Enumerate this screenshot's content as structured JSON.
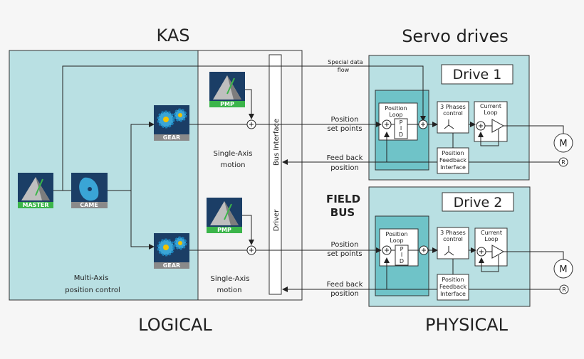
{
  "headings": {
    "kas": "KAS",
    "servo": "Servo drives",
    "logical": "LOGICAL",
    "physical": "PHYSICAL"
  },
  "field_bus": [
    "FIELD",
    "BUS"
  ],
  "logical": {
    "multi_axis": [
      "Multi-Axis",
      "position control"
    ],
    "single_axis_1": [
      "Single-Axis",
      "motion"
    ],
    "single_axis_2": [
      "Single-Axis",
      "motion"
    ],
    "bus_interface": "Bus Interface",
    "driver": "Driver"
  },
  "icons": {
    "master": "MASTER",
    "came": "CAME",
    "gear_1": "GEAR",
    "gear_2": "GEAR",
    "pmp_1": "PMP",
    "pmp_2": "PMP"
  },
  "signals": {
    "special_data": [
      "Special data",
      "flow"
    ],
    "setpoints_1": [
      "Position",
      "set points"
    ],
    "feedback_1": [
      "Feed back",
      "position"
    ],
    "setpoints_2": [
      "Position",
      "set points"
    ],
    "feedback_2": [
      "Feed back",
      "position"
    ]
  },
  "drives": [
    {
      "title": "Drive 1",
      "position_loop": [
        "Position",
        "Loop"
      ],
      "pid": [
        "P",
        "I",
        "D"
      ],
      "phases": [
        "3 Phases",
        "control"
      ],
      "current_loop": [
        "Current",
        "Loop"
      ],
      "feedback_iface": [
        "Position",
        "Feedback",
        "Interface"
      ],
      "motor": "M",
      "resolver": "R"
    },
    {
      "title": "Drive 2",
      "position_loop": [
        "Position",
        "Loop"
      ],
      "pid": [
        "P",
        "I",
        "D"
      ],
      "phases": [
        "3 Phases",
        "control"
      ],
      "current_loop": [
        "Current",
        "Loop"
      ],
      "feedback_iface": [
        "Position",
        "Feedback",
        "Interface"
      ],
      "motor": "M",
      "resolver": "R"
    }
  ],
  "colors": {
    "panel": "#b9e0e3",
    "inner_loop": "#6fc3c8",
    "white_panel": "#f4f4f4",
    "icon_bg": "#1b3e66",
    "icon_green": "#3bb54a",
    "icon_grey": "#8a8a8a"
  }
}
